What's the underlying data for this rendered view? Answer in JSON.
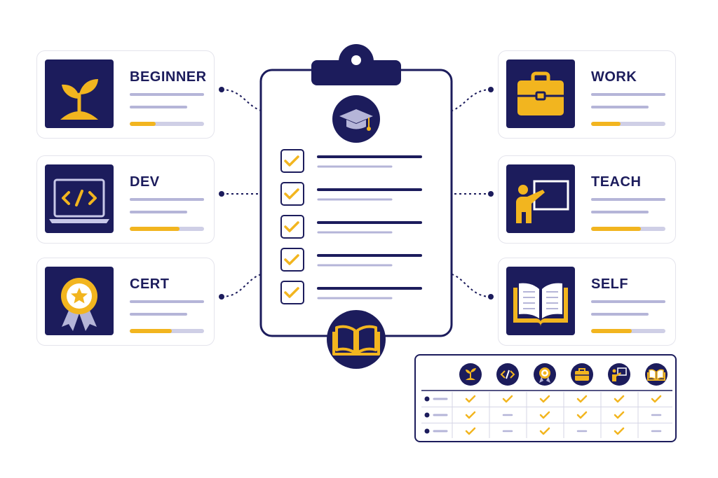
{
  "cards": [
    {
      "id": "beginner",
      "label": "BEGINNER",
      "icon": "sprout-icon",
      "progress": 0.35
    },
    {
      "id": "dev",
      "label": "DEV",
      "icon": "laptop-code-icon",
      "progress": 0.67
    },
    {
      "id": "cert",
      "label": "CERT",
      "icon": "award-ribbon-icon",
      "progress": 0.57
    },
    {
      "id": "work",
      "label": "WORK",
      "icon": "briefcase-icon",
      "progress": 0.4
    },
    {
      "id": "teach",
      "label": "TEACH",
      "icon": "teacher-board-icon",
      "progress": 0.67
    },
    {
      "id": "self",
      "label": "SELF",
      "icon": "open-book-icon",
      "progress": 0.55
    }
  ],
  "clipboard": {
    "header_icon": "graduation-cap-icon",
    "footer_icon": "open-book-icon",
    "checklist_count": 5,
    "checked_icon": "checkmark-icon"
  },
  "matrix": {
    "columns": [
      "sprout-icon",
      "laptop-code-icon",
      "award-ribbon-icon",
      "briefcase-icon",
      "teacher-board-icon",
      "open-book-icon"
    ],
    "rows": [
      [
        "check",
        "check",
        "check",
        "check",
        "check",
        "check"
      ],
      [
        "check",
        "dash",
        "check",
        "check",
        "check",
        "dash"
      ],
      [
        "check",
        "dash",
        "check",
        "dash",
        "check",
        "dash"
      ]
    ]
  },
  "colors": {
    "navy": "#1c1c5c",
    "accent_yellow": "#f2b51f",
    "muted_line": "#b5b5d8"
  }
}
